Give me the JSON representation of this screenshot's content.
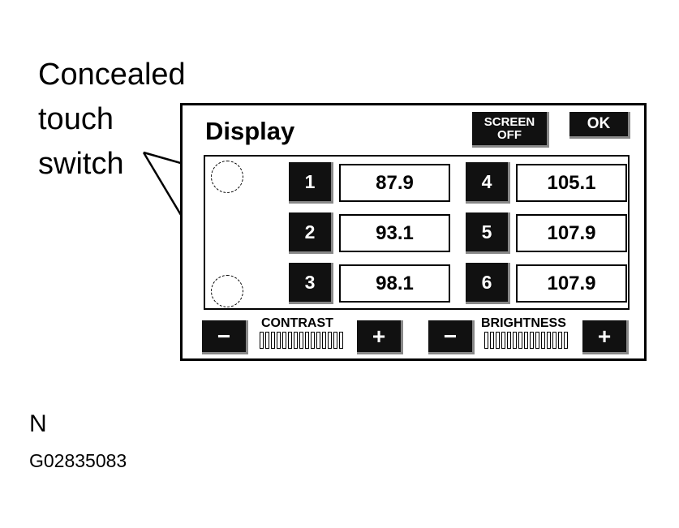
{
  "callout": {
    "line1": "Concealed",
    "line2": "touch",
    "line3": "switch"
  },
  "panel": {
    "title": "Display",
    "screen_off_label": "SCREEN\nOFF",
    "ok_label": "OK",
    "presets": [
      {
        "number": "1",
        "frequency": "87.9"
      },
      {
        "number": "2",
        "frequency": "93.1"
      },
      {
        "number": "3",
        "frequency": "98.1"
      },
      {
        "number": "4",
        "frequency": "105.1"
      },
      {
        "number": "5",
        "frequency": "107.9"
      },
      {
        "number": "6",
        "frequency": "107.9"
      }
    ],
    "contrast": {
      "label": "CONTRAST",
      "minus": "−",
      "plus": "+"
    },
    "brightness": {
      "label": "BRIGHTNESS",
      "minus": "−",
      "plus": "+"
    }
  },
  "footer": {
    "orientation": "N",
    "code": "G02835083"
  }
}
